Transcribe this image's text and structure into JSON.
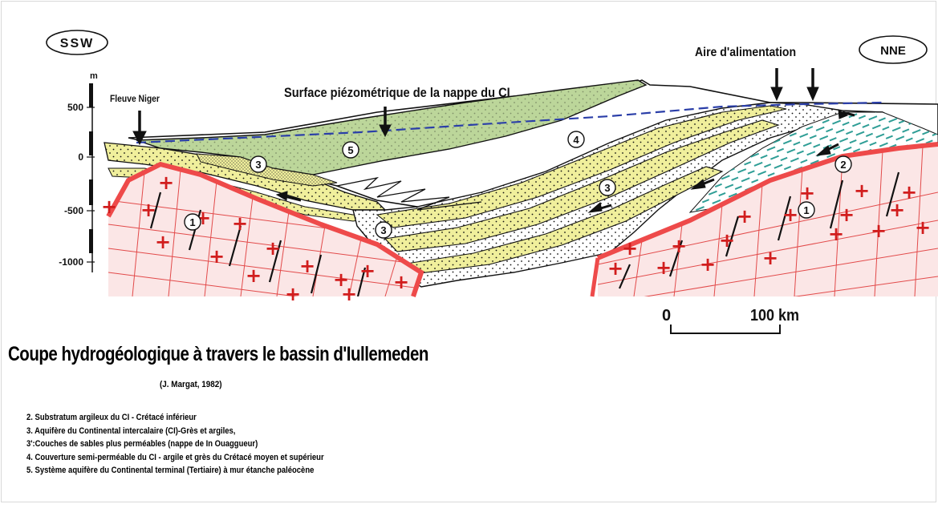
{
  "directions": {
    "left": "SSW",
    "right": "NNE"
  },
  "labels": {
    "recharge_area": "Aire d'alimentation",
    "piezometric_surface": "Surface piézométrique de la nappe du CI",
    "river": "Fleuve Niger"
  },
  "depth_axis": {
    "unit": "m",
    "ticks": [
      "500",
      "0",
      "-500",
      "-1000"
    ]
  },
  "unit_markers": {
    "basement_left": "1",
    "basement_right": "1",
    "clay_substratum": "2",
    "ci_left": "3",
    "ci_lower": "3",
    "ci_middle": "3",
    "cover": "4",
    "ct": "5"
  },
  "scale_bar": {
    "start": "0",
    "end": "100 km"
  },
  "title": "Coupe hydrogéologique à travers le bassin d'Iullemeden",
  "citation": "(J. Margat, 1982)",
  "legend": [
    "2. Substratum argileux du CI - Crétacé inférieur",
    "3. Aquifère du Continental intercalaire (CI)-Grès et argiles,",
    "3':Couches de sables plus perméables (nappe de In Ouaggueur)",
    "4. Couverture semi-perméable du CI - argile et grès du Crétacé moyen et supérieur",
    "5. Système aquifère du Continental terminal (Tertiaire) à mur étanche paléocène"
  ],
  "colors": {
    "basement_fill": "#fbe6e6",
    "basement_border": "#ee4a4a",
    "basement_cross": "#d11d1d",
    "ci_yellow": "#f0ef9c",
    "ct_green": "#bcd69a",
    "clay_teal": "#2f9e96",
    "piezometric_line": "#2a3ea8"
  }
}
